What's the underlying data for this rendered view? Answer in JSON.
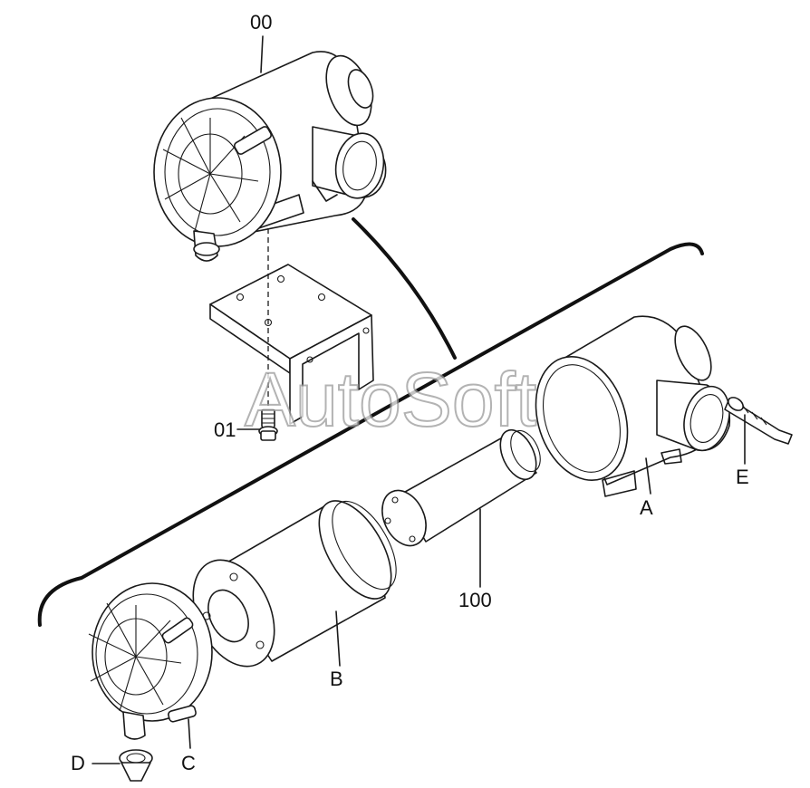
{
  "labels": {
    "assembly": "00",
    "bolt": "01",
    "housing": "A",
    "element": "B",
    "cover": "C",
    "valve": "D",
    "indicator": "E",
    "inner_element": "100"
  },
  "watermark": "AutoSoft"
}
